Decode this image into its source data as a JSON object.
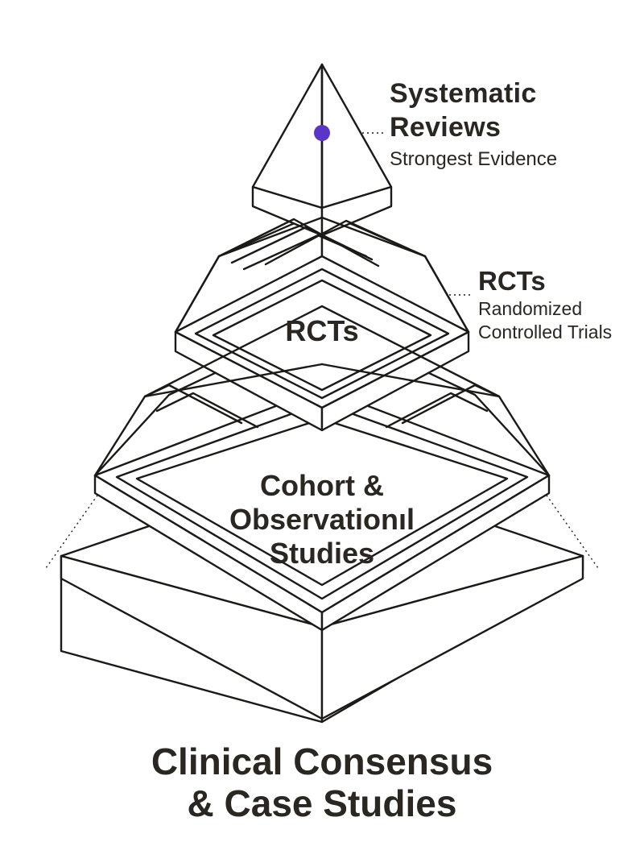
{
  "colors": {
    "stroke": "#1c1a18",
    "text": "#2a2622",
    "marker": "#5b35c8",
    "background": "#ffffff"
  },
  "levels": [
    {
      "id": "top",
      "title_line1": "Systematic",
      "title_line2": "Reviews",
      "subtitle": "Strongest Evidence",
      "marker": "circle-marker"
    },
    {
      "id": "second",
      "center_label": "RCTs",
      "side_title": "RCTs",
      "side_line1": "Randomized",
      "side_line2": "Controlled Trials"
    },
    {
      "id": "third",
      "line1": "Cohort &",
      "line2": "Observationıl",
      "line3": "Studies"
    },
    {
      "id": "base",
      "line1": "Clinical Consensus",
      "line2": "& Case Studies"
    }
  ]
}
